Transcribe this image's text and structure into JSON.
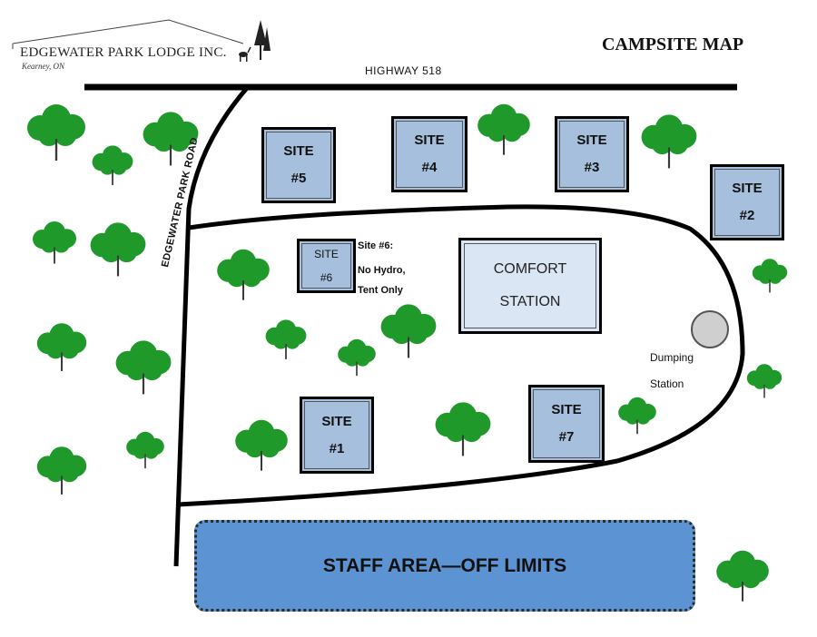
{
  "brand": {
    "name": "EDGEWATER PARK LODGE INC.",
    "location": "Kearney, ON"
  },
  "title": "CAMPSITE MAP",
  "roads": {
    "highway": "HIGHWAY 518",
    "park_road": "EDGEWATER PARK ROAD"
  },
  "sites": [
    {
      "id": "site-5",
      "line1": "SITE",
      "line2": "#5"
    },
    {
      "id": "site-4",
      "line1": "SITE",
      "line2": "#4"
    },
    {
      "id": "site-3",
      "line1": "SITE",
      "line2": "#3"
    },
    {
      "id": "site-2",
      "line1": "SITE",
      "line2": "#2"
    },
    {
      "id": "site-6",
      "line1": "SITE",
      "line2": "#6"
    },
    {
      "id": "site-1",
      "line1": "SITE",
      "line2": "#1"
    },
    {
      "id": "site-7",
      "line1": "SITE",
      "line2": "#7"
    }
  ],
  "site6_note": [
    "Site #6:",
    "No Hydro,",
    "Tent Only"
  ],
  "comfort_station": {
    "line1": "COMFORT",
    "line2": "STATION"
  },
  "dumping_station": {
    "line1": "Dumping",
    "line2": "Station"
  },
  "staff_area": "STAFF AREA—OFF LIMITS",
  "colors": {
    "site_fill": "#a6bfdc",
    "comfort_fill": "#dbe6f4",
    "staff_fill": "#5b93d3",
    "tree": "#1f9a2a",
    "road": "#000000"
  }
}
